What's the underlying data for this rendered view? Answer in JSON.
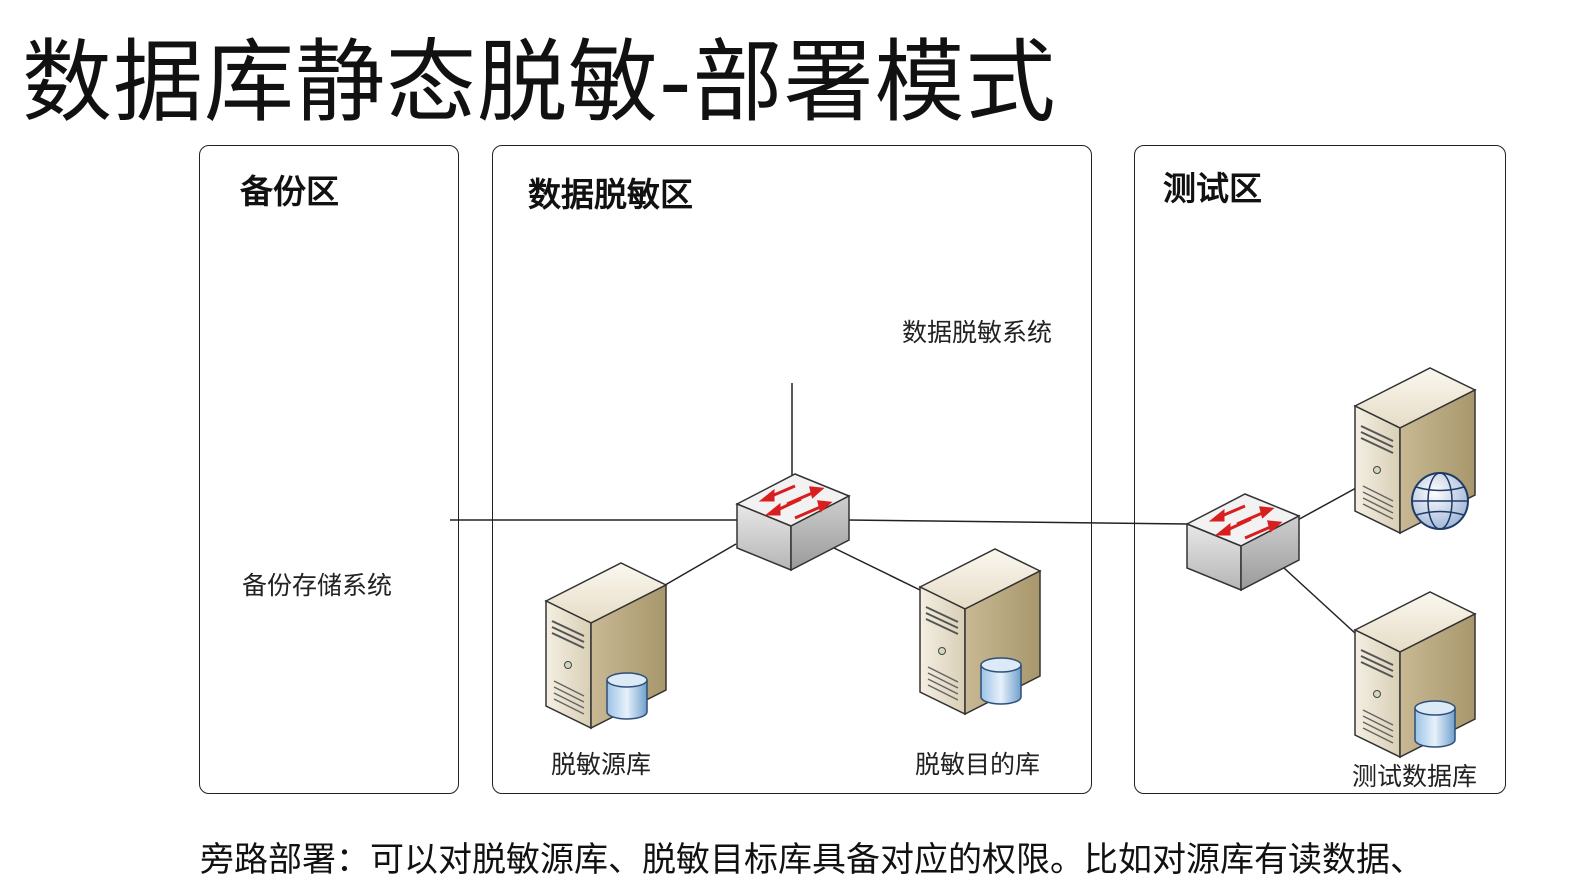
{
  "page": {
    "title": "数据库静态脱敏-部署模式"
  },
  "zones": {
    "backup": {
      "title": "备份区",
      "system_label": "备份存储系统"
    },
    "masking": {
      "title": "数据脱敏区",
      "system_label": "数据脱敏系统",
      "source_db_label": "脱敏源库",
      "target_db_label": "脱敏目的库"
    },
    "test": {
      "title": "测试区",
      "test_db_label": "测试数据库"
    }
  },
  "caption": {
    "text": "旁路部署：可以对脱敏源库、脱敏目标库具备对应的权限。比如对源库有读数据、"
  },
  "icons": {
    "switch": "network-switch-icon",
    "db_server": "database-server-icon",
    "web_server": "web-server-globe-icon"
  }
}
